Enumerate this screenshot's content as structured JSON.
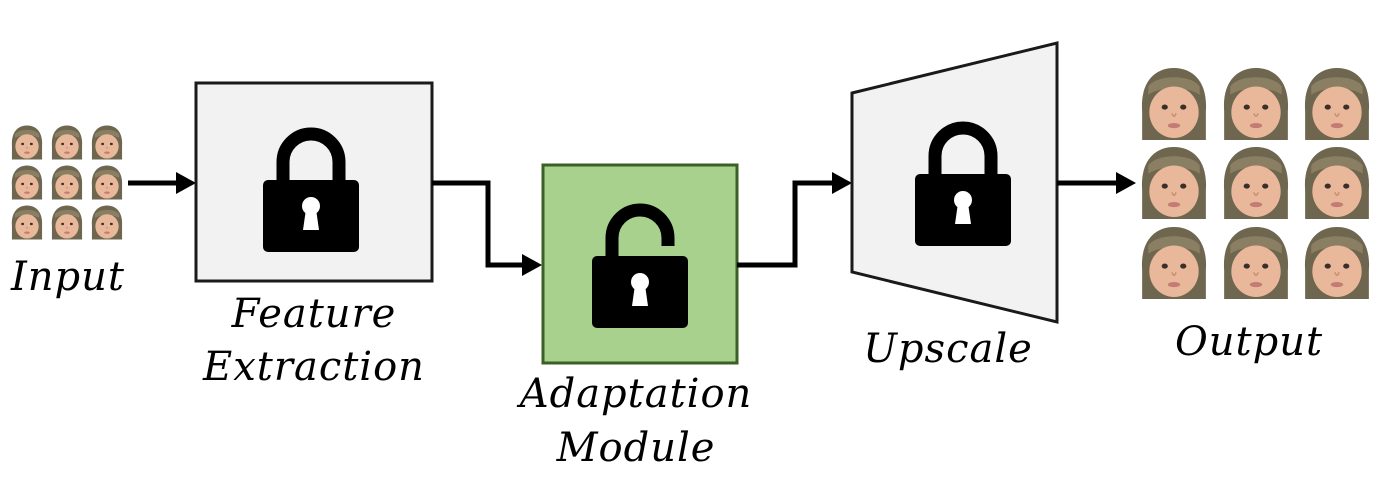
{
  "labels": {
    "input": "Input",
    "feature_line1": "Feature",
    "feature_line2": "Extraction",
    "adapt_line1": "Adaptation",
    "adapt_line2": "Module",
    "upscale": "Upscale",
    "output": "Output"
  },
  "blocks": {
    "feature_extraction": {
      "state": "locked",
      "fill": "#f2f2f2",
      "stroke": "#1a1a1a",
      "icon": "lock-closed-icon"
    },
    "adaptation_module": {
      "state": "unlocked",
      "fill": "#a9d18e",
      "stroke": "#3b5f26",
      "icon": "lock-open-icon"
    },
    "upscale": {
      "state": "locked",
      "fill": "#f2f2f2",
      "stroke": "#1a1a1a",
      "icon": "lock-closed-icon"
    }
  },
  "images": {
    "input_grid": {
      "rows": 3,
      "cols": 3,
      "content": "baby-face-thumbnail"
    },
    "output_grid": {
      "rows": 3,
      "cols": 3,
      "content": "baby-face-thumbnail"
    }
  }
}
